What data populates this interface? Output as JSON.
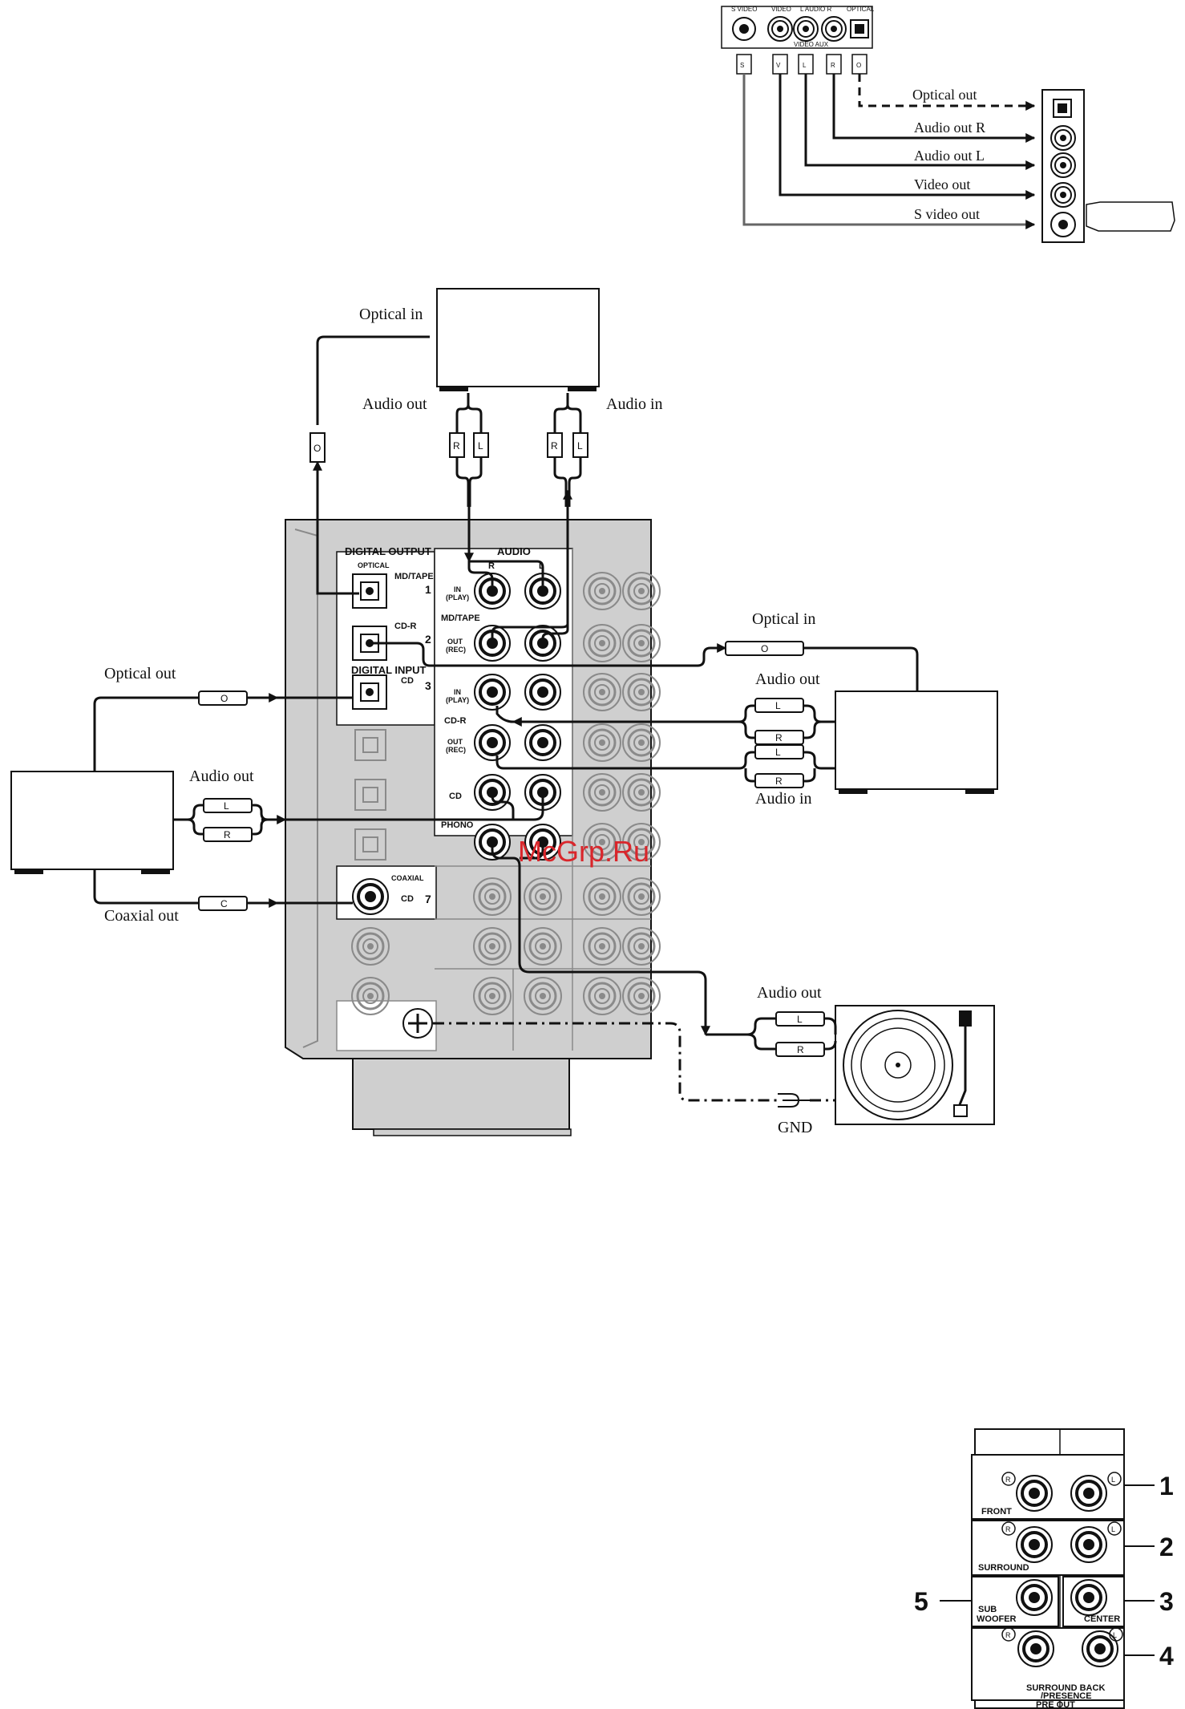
{
  "watermark": "McGrp.Ru",
  "colors": {
    "panel": "#cfcfcf",
    "line": "#111111",
    "watermark": "#d9262b",
    "page": "#ffffff"
  },
  "video_aux": {
    "jacks": [
      "S VIDEO",
      "VIDEO",
      "L AUDIO R",
      "OPTICAL"
    ],
    "group_label": "VIDEO AUX",
    "plugs": [
      "S",
      "V",
      "L",
      "R",
      "O"
    ],
    "signals": [
      "Optical out",
      "Audio out R",
      "Audio out L",
      "Video out",
      "S video out"
    ]
  },
  "md_tape": {
    "optical_in": "Optical in",
    "audio_out": "Audio out",
    "audio_in": "Audio in",
    "plugs": [
      "R",
      "L",
      "R",
      "L"
    ],
    "optical_plug": "O"
  },
  "receiver": {
    "digital_output": "DIGITAL OUTPUT",
    "optical": "OPTICAL",
    "audio": "AUDIO",
    "r_mark": "R",
    "l_mark": "L",
    "md_tape_1": "MD/TAPE",
    "num_1": "1",
    "cd_r_2": "CD-R",
    "num_2": "2",
    "digital_input": "DIGITAL INPUT",
    "cd_3": "CD",
    "num_3": "3",
    "coaxial": "COAXIAL",
    "cd_7": "CD",
    "num_7": "7",
    "in_play": "IN",
    "in_play2": "(PLAY)",
    "out_rec": "OUT",
    "out_rec2": "(REC)",
    "md_tape_row": "MD/TAPE",
    "cd_r_row": "CD-R",
    "cd_row": "CD",
    "phono_row": "PHONO"
  },
  "cd_recorder": {
    "optical_in": "Optical in",
    "audio_out": "Audio out",
    "audio_in": "Audio in",
    "plugs": [
      "L",
      "R",
      "L",
      "R"
    ],
    "optical_plug": "O"
  },
  "cd_player": {
    "optical_out": "Optical out",
    "audio_out": "Audio out",
    "coaxial_out": "Coaxial out",
    "plugs": [
      "L",
      "R"
    ],
    "optical_plug": "O",
    "coax_plug": "C"
  },
  "turntable": {
    "audio_out": "Audio out",
    "gnd": "GND",
    "plugs": [
      "L",
      "R"
    ]
  },
  "pre_out": {
    "front": "FRONT",
    "surround": "SURROUND",
    "sub": "SUB",
    "woofer": "WOOFER",
    "center": "CENTER",
    "surround_back": "SURROUND BACK",
    "presence": "/PRESENCE",
    "pre_out_label": "PRE OUT",
    "r_mark": "R",
    "l_mark": "L",
    "callouts": [
      "1",
      "2",
      "3",
      "4",
      "5"
    ]
  }
}
